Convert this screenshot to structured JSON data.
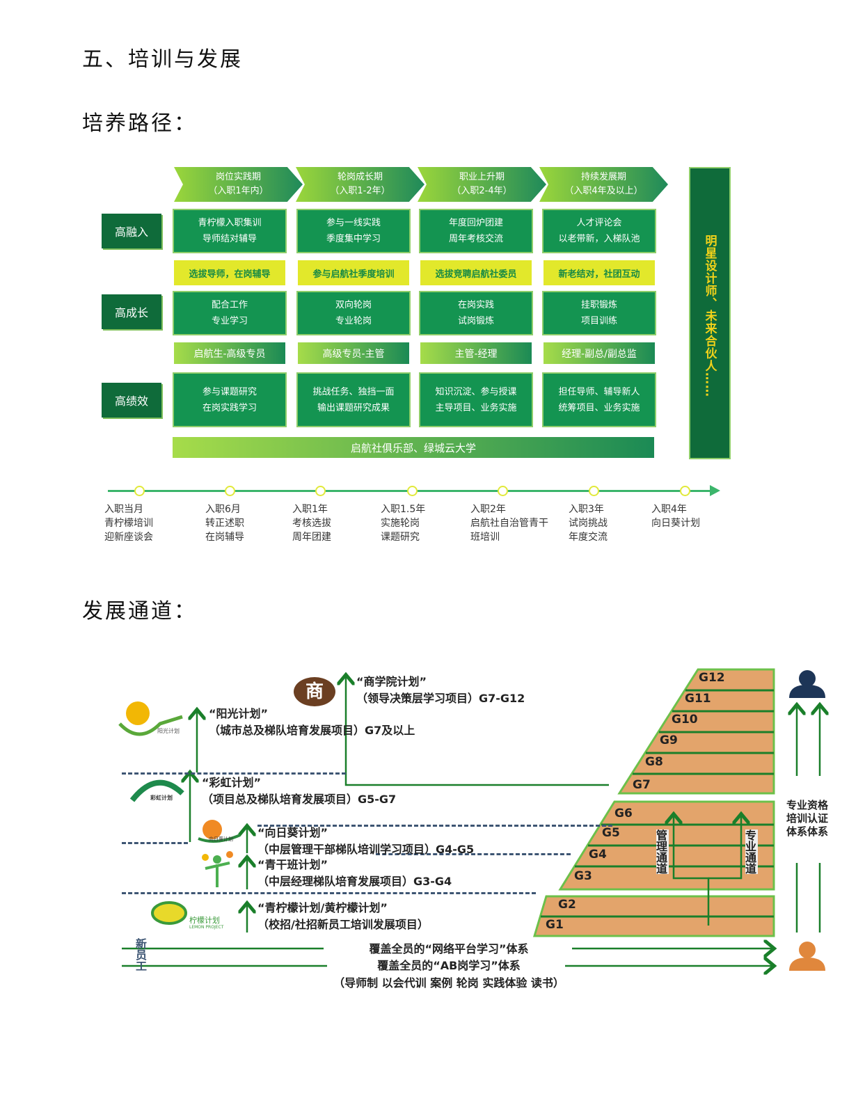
{
  "section_title": "五、培训与发展",
  "path_heading": "培养路径：",
  "channel_heading": "发展通道：",
  "training_path": {
    "phases": [
      {
        "name": "岗位实践期",
        "period": "（入职1年内）"
      },
      {
        "name": "轮岗成长期",
        "period": "（入职1-2年）"
      },
      {
        "name": "职业上升期",
        "period": "（入职2-4年）"
      },
      {
        "name": "持续发展期",
        "period": "（入职4年及以上）"
      }
    ],
    "rows": [
      "高融入",
      "高成长",
      "高绩效"
    ],
    "integration": [
      [
        "青柠檬入职集训",
        "导师结对辅导"
      ],
      [
        "参与一线实践",
        "季度集中学习"
      ],
      [
        "年度回炉团建",
        "周年考核交流"
      ],
      [
        "人才评论会",
        "以老带新，入梯队池"
      ]
    ],
    "highlights": [
      "选拔导师，在岗辅导",
      "参与启航社季度培训",
      "选拔竞聘启航社委员",
      "新老结对，社团互动"
    ],
    "growth": [
      [
        "配合工作",
        "专业学习"
      ],
      [
        "双向轮岗",
        "专业轮岗"
      ],
      [
        "在岗实践",
        "试岗锻炼"
      ],
      [
        "挂职锻炼",
        "项目训练"
      ]
    ],
    "levels": [
      "启航生-高级专员",
      "高级专员-主管",
      "主管-经理",
      "经理-副总/副总监"
    ],
    "performance": [
      [
        "参与课题研究",
        "在岗实践学习"
      ],
      [
        "挑战任务、独挡一面",
        "输出课题研究成果"
      ],
      [
        "知识沉淀、参与授课",
        "主导项目、业务实施"
      ],
      [
        "担任导师、辅导新人",
        "统筹项目、业务实施"
      ]
    ],
    "bottom_bar": "启航社俱乐部、绿城云大学",
    "side_bar": "明星设计师、未来合伙人……",
    "timeline": [
      [
        "入职当月",
        "青柠檬培训",
        "迎新座谈会"
      ],
      [
        "入职6月",
        "转正述职",
        "在岗辅导"
      ],
      [
        "入职1年",
        "考核选拔",
        "周年团建"
      ],
      [
        "入职1.5年",
        "实施轮岗",
        "课题研究"
      ],
      [
        "入职2年",
        "启航社自治管青干",
        "班培训"
      ],
      [
        "入职3年",
        "试岗挑战",
        "年度交流"
      ],
      [
        "入职4年",
        "向日葵计划"
      ]
    ]
  },
  "channel": {
    "programs": {
      "business_school": {
        "title": "“商学院计划”",
        "desc": "（领导决策层学习项目）G7-G12",
        "logo": "商"
      },
      "sunshine": {
        "title": "“阳光计划”",
        "desc": "（城市总及梯队培育发展项目）G7及以上",
        "logo": "阳光计划"
      },
      "rainbow": {
        "title": "“彩虹计划”",
        "desc": "（项目总及梯队培育发展项目）G5-G7",
        "logo": "彩虹计划"
      },
      "sunflower": {
        "title": "“向日葵计划”",
        "desc": "（中层管理干部梯队培训学习项目）G4-G5",
        "logo": "向日葵计划"
      },
      "young_cadre": {
        "title": "“青干班计划”",
        "desc": "（中层经理梯队培育发展项目）G3-G4"
      },
      "lemon": {
        "title": "“青柠檬计划/黄柠檬计划”",
        "desc": "（校招/社招新员工培训发展项目）",
        "logo": "柠檬计划",
        "logo_en": "LEMON PROJECT"
      }
    },
    "grades": [
      "G12",
      "G11",
      "G10",
      "G9",
      "G8",
      "G7",
      "G6",
      "G5",
      "G4",
      "G3",
      "G2",
      "G1"
    ],
    "management_channel": "管理通道",
    "professional_channel": "专业通道",
    "new_employee": "新员工",
    "systems": [
      "覆盖全员的“网络平台学习”体系",
      "覆盖全员的“AB岗学习”体系",
      "（导师制  以会代训  案例  轮岗  实践体验  读书）"
    ],
    "right_labels": [
      "专业资格",
      "培训认证",
      "体系体系"
    ],
    "colors": {
      "green": "#149451",
      "grade_fill": "#e8a86e",
      "navy": "#1d3557",
      "orange": "#e0873c"
    }
  }
}
